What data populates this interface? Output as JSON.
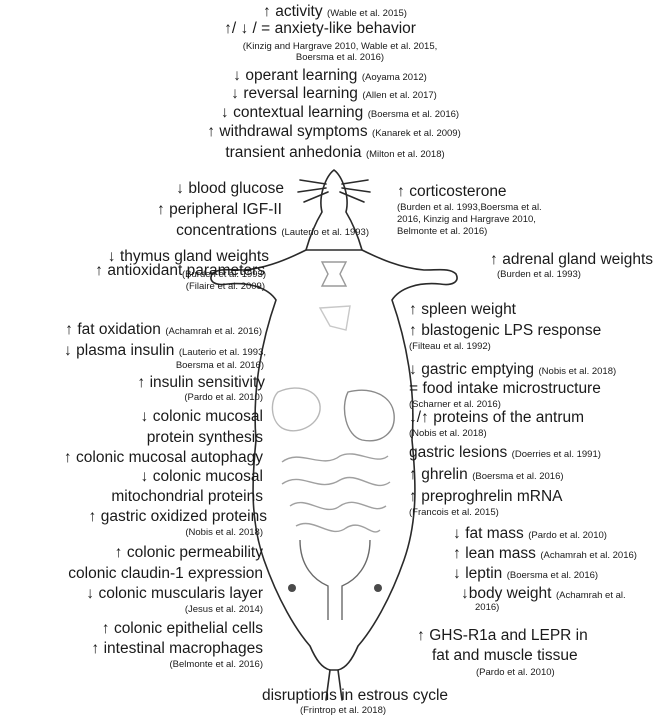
{
  "top": [
    {
      "arrow": "↑",
      "text": "activity",
      "ref": "(Wable et al. 2015)"
    },
    {
      "arrow": "↑/ ↓ / =",
      "text": "anxiety-like behavior",
      "ref": ""
    },
    {
      "arrow": "",
      "text": "",
      "ref": "(Kinzig and Hargrave 2010, Wable et al. 2015,"
    },
    {
      "arrow": "",
      "text": "",
      "ref": "Boersma et al. 2016)"
    },
    {
      "arrow": "↓",
      "text": "operant learning",
      "ref": "(Aoyama 2012)"
    },
    {
      "arrow": "↓",
      "text": "reversal learning",
      "ref": "(Allen et al. 2017)"
    },
    {
      "arrow": "↓",
      "text": "contextual learning",
      "ref": "(Boersma et al. 2016)"
    },
    {
      "arrow": "↑",
      "text": "withdrawal symptoms",
      "ref": "(Kanarek et al. 2009)"
    },
    {
      "arrow": "",
      "text": "transient anhedonia",
      "ref": "(Milton et al. 2018)"
    }
  ],
  "left": [
    {
      "arrow": "↓",
      "text": "blood glucose",
      "ref": ""
    },
    {
      "arrow": "↑",
      "text": "peripheral IGF-II",
      "ref": ""
    },
    {
      "arrow": "",
      "text": "concentrations",
      "ref": "(Lauterio et al. 1993)"
    },
    {
      "arrow": "↓",
      "text": "thymus gland weights",
      "ref": ""
    },
    {
      "arrow": "",
      "text": "",
      "ref": "(Burden et al. 1993)"
    },
    {
      "arrow": "↑",
      "text": "antioxidant parameters",
      "ref": ""
    },
    {
      "arrow": "",
      "text": "",
      "ref": "(Filaire et al. 2009)"
    },
    {
      "arrow": "↑",
      "text": "fat oxidation",
      "ref": "(Achamrah et al. 2016)"
    },
    {
      "arrow": "↓",
      "text": "plasma insulin",
      "ref": "(Lauterio et al. 1993,"
    },
    {
      "arrow": "",
      "text": "",
      "ref": "Boersma et al. 2016)"
    },
    {
      "arrow": "↑",
      "text": "insulin sensitivity",
      "ref": ""
    },
    {
      "arrow": "",
      "text": "",
      "ref": "(Pardo  et al. 2010)"
    },
    {
      "arrow": "↓",
      "text": "colonic mucosal",
      "ref": ""
    },
    {
      "arrow": "",
      "text": "protein synthesis",
      "ref": ""
    },
    {
      "arrow": "↑",
      "text": "colonic mucosal autophagy",
      "ref": ""
    },
    {
      "arrow": "↓",
      "text": "colonic mucosal",
      "ref": ""
    },
    {
      "arrow": "",
      "text": "mitochondrial proteins",
      "ref": ""
    },
    {
      "arrow": "↑",
      "text": "gastric oxidized proteins",
      "ref": ""
    },
    {
      "arrow": "",
      "text": "",
      "ref": "(Nobis et al. 2018)"
    },
    {
      "arrow": "↑",
      "text": "colonic permeability",
      "ref": ""
    },
    {
      "arrow": "",
      "text": "colonic claudin-1 expression",
      "ref": ""
    },
    {
      "arrow": "↓",
      "text": "colonic muscularis layer",
      "ref": ""
    },
    {
      "arrow": "",
      "text": "",
      "ref": "(Jesus et al. 2014)"
    },
    {
      "arrow": "↑",
      "text": "colonic epithelial cells",
      "ref": ""
    },
    {
      "arrow": "↑",
      "text": "intestinal macrophages",
      "ref": ""
    },
    {
      "arrow": "",
      "text": "",
      "ref": "(Belmonte et al. 2016)"
    }
  ],
  "right": [
    {
      "arrow": "↑",
      "text": "corticosterone",
      "ref": ""
    },
    {
      "arrow": "",
      "text": "",
      "ref": "(Burden et al. 1993,Boersma et al."
    },
    {
      "arrow": "",
      "text": "",
      "ref": "2016, Kinzig and Hargrave 2010,"
    },
    {
      "arrow": "",
      "text": "",
      "ref": "Belmonte et al. 2016)"
    },
    {
      "arrow": "↑",
      "text": "adrenal gland weights",
      "ref": ""
    },
    {
      "arrow": "",
      "text": "",
      "ref": "(Burden et al. 1993)"
    },
    {
      "arrow": "↑",
      "text": "spleen weight",
      "ref": ""
    },
    {
      "arrow": "↑",
      "text": "blastogenic LPS response",
      "ref": ""
    },
    {
      "arrow": "",
      "text": "",
      "ref": "(Filteau et al. 1992)"
    },
    {
      "arrow": "↓",
      "text": "gastric emptying",
      "ref": "(Nobis et al. 2018)"
    },
    {
      "arrow": "=",
      "text": "food intake microstructure",
      "ref": ""
    },
    {
      "arrow": "",
      "text": "",
      "ref": "(Scharner et al. 2016)"
    },
    {
      "arrow": "↓/↑",
      "text": "proteins of the antrum",
      "ref": ""
    },
    {
      "arrow": "",
      "text": "",
      "ref": "(Nobis et al. 2018)"
    },
    {
      "arrow": "",
      "text": "gastric lesions",
      "ref": "(Doerries et al. 1991)"
    },
    {
      "arrow": "↑",
      "text": "ghrelin",
      "ref": "(Boersma et al. 2016)"
    },
    {
      "arrow": "↑",
      "text": "preproghrelin mRNA",
      "ref": ""
    },
    {
      "arrow": "",
      "text": "",
      "ref": "(Francois et al. 2015)"
    },
    {
      "arrow": "↓",
      "text": "fat mass",
      "ref": "(Pardo et al. 2010)"
    },
    {
      "arrow": "↑",
      "text": "lean mass",
      "ref": "(Achamrah et al. 2016)"
    },
    {
      "arrow": "↓",
      "text": "leptin",
      "ref": "(Boersma et al. 2016)"
    },
    {
      "arrow": "↓",
      "text": "body weight",
      "ref": "(Achamrah et al."
    },
    {
      "arrow": "",
      "text": "",
      "ref": "2016)"
    },
    {
      "arrow": "↑",
      "text": "GHS-R1a and LEPR in",
      "ref": ""
    },
    {
      "arrow": "",
      "text": "fat and muscle tissue",
      "ref": ""
    },
    {
      "arrow": "",
      "text": "",
      "ref": "(Pardo et al. 2010)"
    }
  ],
  "bottom": [
    {
      "arrow": "",
      "text": "disruptions in estrous cycle",
      "ref": ""
    },
    {
      "arrow": "",
      "text": "",
      "ref": "(Frintrop et al. 2018)"
    }
  ]
}
